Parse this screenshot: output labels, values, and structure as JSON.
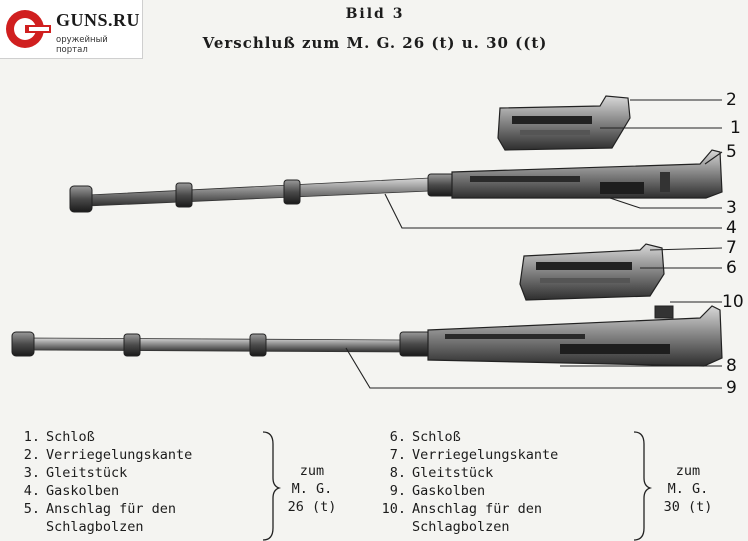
{
  "site": {
    "name": "GUNS.RU",
    "tagline": "оружейный портал",
    "accent_color": "#d01f1f"
  },
  "figure": {
    "title": "Bild 3",
    "subtitle": "Verschluß zum M. G. 26 (t) u. 30 ((t)"
  },
  "callouts": [
    "1",
    "2",
    "3",
    "4",
    "5",
    "6",
    "7",
    "8",
    "9",
    "10"
  ],
  "legend": {
    "group_a": {
      "items": [
        {
          "num": "1.",
          "text": "Schloß"
        },
        {
          "num": "2.",
          "text": "Verriegelungskante"
        },
        {
          "num": "3.",
          "text": "Gleitstück"
        },
        {
          "num": "4.",
          "text": "Gaskolben"
        },
        {
          "num": "5.",
          "text": "Anschlag für den"
        }
      ],
      "continuation": "Schlagbolzen",
      "label": {
        "line1": "zum",
        "line2": "M. G.",
        "line3": "26 (t)"
      }
    },
    "group_b": {
      "items": [
        {
          "num": "6.",
          "text": "Schloß"
        },
        {
          "num": "7.",
          "text": "Verriegelungskante"
        },
        {
          "num": "8.",
          "text": "Gleitstück"
        },
        {
          "num": "9.",
          "text": "Gaskolben"
        },
        {
          "num": "10.",
          "text": "Anschlag für den"
        }
      ],
      "continuation": "Schlagbolzen",
      "label": {
        "line1": "zum",
        "line2": "M. G.",
        "line3": "30 (t)"
      }
    }
  }
}
